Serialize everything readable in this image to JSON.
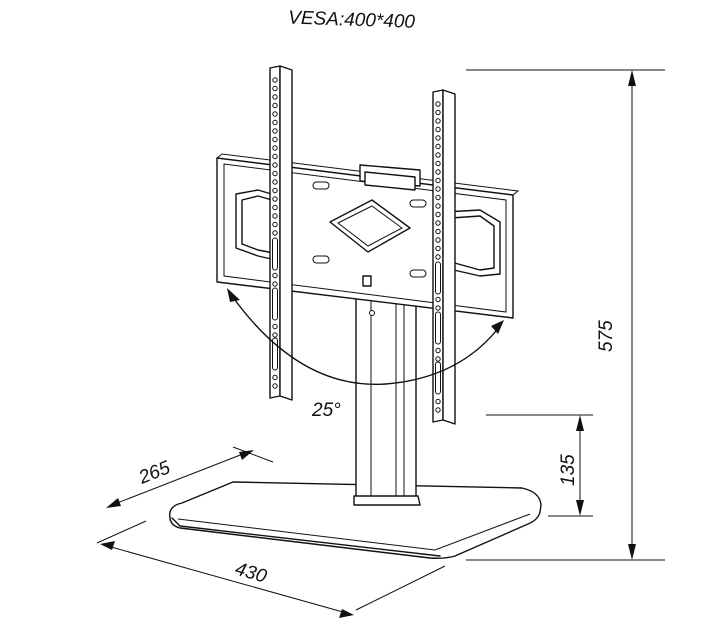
{
  "title": "VESA:400*400",
  "dimensions": {
    "total_height": "575",
    "base_clearance": "135",
    "base_depth": "265",
    "base_width": "430"
  },
  "tilt_angle": "25°",
  "colors": {
    "line": "#111111",
    "background": "#ffffff"
  }
}
